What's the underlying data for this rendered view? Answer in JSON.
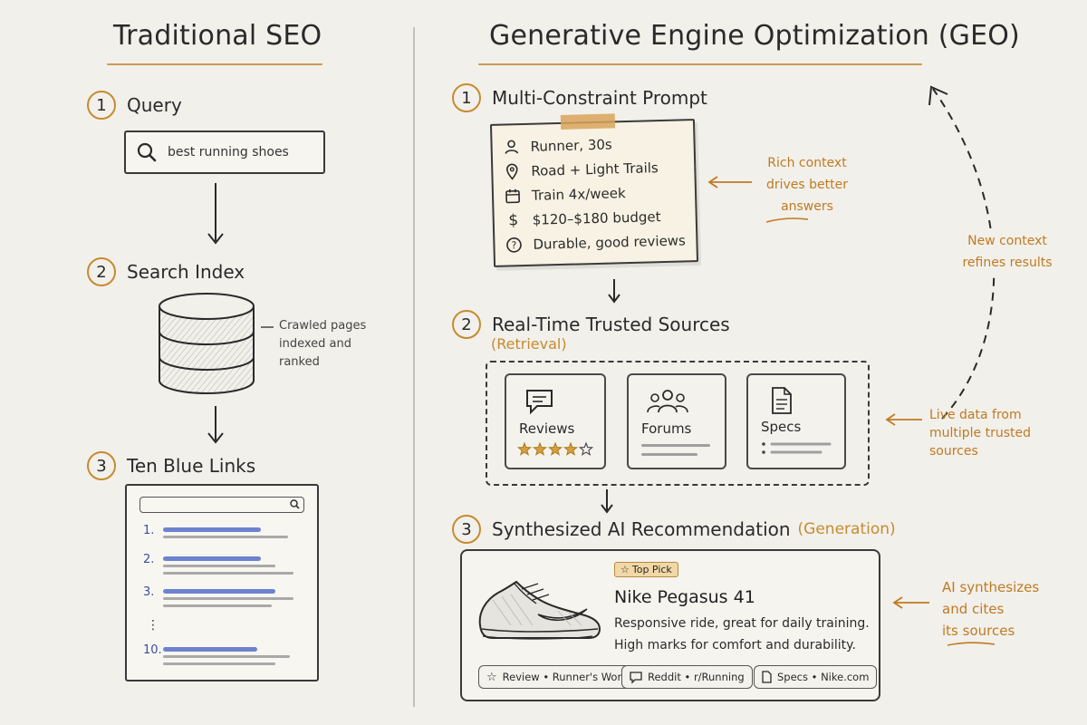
{
  "left": {
    "title": "Traditional SEO",
    "steps": [
      {
        "num": "1",
        "label": "Query"
      },
      {
        "num": "2",
        "label": "Search Index"
      },
      {
        "num": "3",
        "label": "Ten Blue Links"
      }
    ],
    "search_query": "best running shoes",
    "index_note": [
      "Crawled pages",
      "indexed and",
      "ranked"
    ],
    "results": [
      "1.",
      "2.",
      "3.",
      "⋮",
      "10."
    ]
  },
  "right": {
    "title": "Generative Engine Optimization (GEO)",
    "step1": {
      "num": "1",
      "label": "Multi-Constraint Prompt"
    },
    "prompt_items": [
      {
        "icon": "person-icon",
        "text": "Runner, 30s"
      },
      {
        "icon": "location-pin-icon",
        "text": "Road + Light Trails"
      },
      {
        "icon": "calendar-icon",
        "text": "Train 4x/week"
      },
      {
        "icon": "dollar-icon",
        "text": "$120–$180 budget"
      },
      {
        "icon": "question-icon",
        "text": "Durable, good reviews"
      }
    ],
    "note_context": [
      "Rich context",
      "drives better",
      "answers"
    ],
    "step2": {
      "num": "2",
      "label": "Real-Time Trusted Sources",
      "sub": "(Retrieval)"
    },
    "sources": [
      {
        "icon": "chat-bubble-icon",
        "title": "Reviews",
        "rating": 4,
        "max_rating": 5
      },
      {
        "icon": "people-icon",
        "title": "Forums"
      },
      {
        "icon": "document-icon",
        "title": "Specs"
      }
    ],
    "note_live": [
      "Live data from",
      "multiple trusted",
      "sources"
    ],
    "note_refine": [
      "New context",
      "refines results"
    ],
    "step3": {
      "num": "3",
      "label": "Synthesized AI Recommendation",
      "sub": "(Generation)"
    },
    "recommendation": {
      "badge": "Top Pick",
      "product": "Nike Pegasus 41",
      "desc_line1": "Responsive ride, great for daily training.",
      "desc_line2": "High marks for comfort and durability.",
      "citations": [
        {
          "icon": "star-icon",
          "text": "Review • Runner's World"
        },
        {
          "icon": "chat-bubble-icon",
          "text": "Reddit • r/Running"
        },
        {
          "icon": "document-icon",
          "text": "Specs • Nike.com"
        }
      ]
    },
    "note_synth": [
      "AI synthesizes",
      "and cites",
      "its sources"
    ]
  },
  "colors": {
    "accent": "#c68b2f",
    "ink": "#2b2b2b",
    "link_blue": "#6d83d1",
    "paper": "#f2f0eb"
  }
}
